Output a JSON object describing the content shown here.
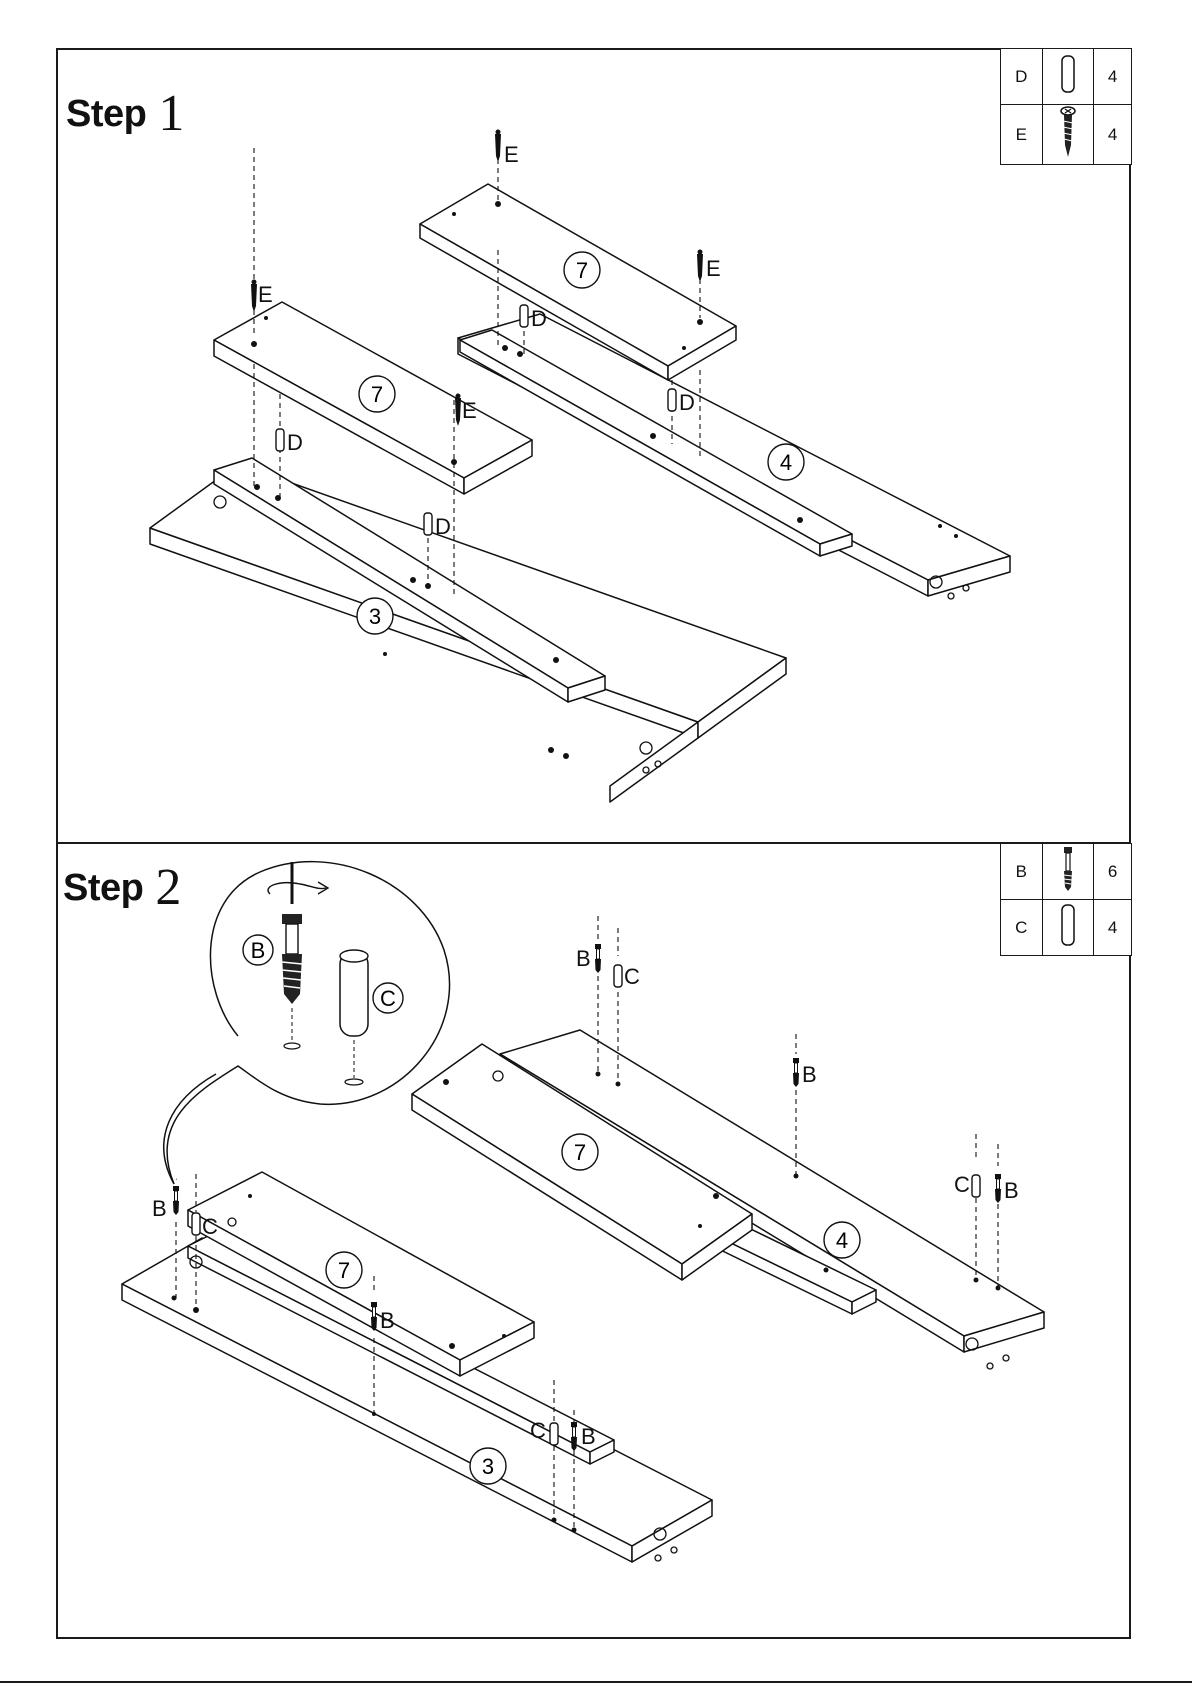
{
  "step1": {
    "label": "Step",
    "number": "1",
    "parts": [
      {
        "code": "D",
        "icon": "wooden-dowel-icon",
        "qty": "4"
      },
      {
        "code": "E",
        "icon": "screw-icon",
        "qty": "4"
      }
    ],
    "panels": {
      "top_a": "7",
      "top_b": "7",
      "side_a": "3",
      "side_b": "4"
    },
    "callouts": {
      "dowel": "D",
      "screw": "E"
    }
  },
  "step2": {
    "label": "Step",
    "number": "2",
    "parts": [
      {
        "code": "B",
        "icon": "cam-bolt-icon",
        "qty": "6"
      },
      {
        "code": "C",
        "icon": "wooden-dowel-icon",
        "qty": "4"
      }
    ],
    "panels": {
      "top_a": "7",
      "top_b": "7",
      "side_a": "3",
      "side_b": "4"
    },
    "callouts": {
      "bolt": "B",
      "dowel": "C"
    },
    "detail": {
      "bolt": "B",
      "dowel": "C"
    }
  }
}
